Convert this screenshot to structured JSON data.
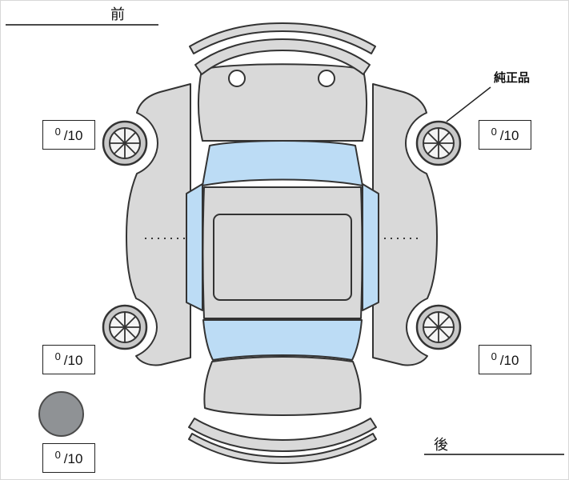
{
  "labels": {
    "front": "前",
    "rear": "後",
    "genuine_part": "純正品"
  },
  "tire_scores": {
    "front_left": {
      "value": "0",
      "max": "/10"
    },
    "front_right": {
      "value": "0",
      "max": "/10"
    },
    "rear_left": {
      "value": "0",
      "max": "/10"
    },
    "rear_right": {
      "value": "0",
      "max": "/10"
    },
    "spare": {
      "value": "0",
      "max": "/10"
    }
  },
  "colors": {
    "body": "#d9d9d9",
    "glass": "#bcdcf5",
    "outline": "#333333",
    "spare_tire": "#8f9295"
  }
}
